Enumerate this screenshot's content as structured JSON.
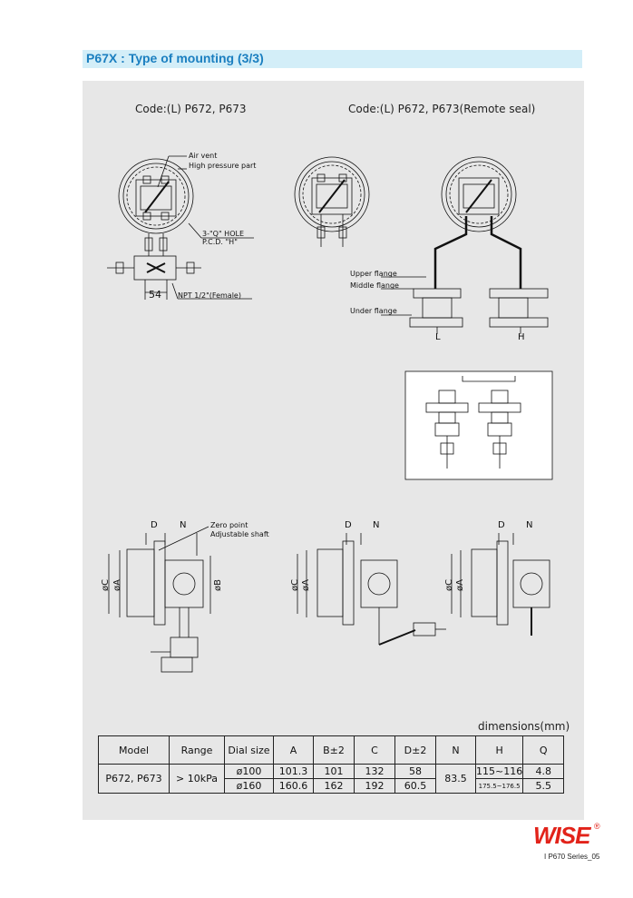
{
  "header": {
    "title": "P67X : Type of mounting (3/3)"
  },
  "codes": {
    "left": "Code:(L)  P672,  P673",
    "right": "Code:(L)  P672,  P673(Remote  seal)"
  },
  "labels": {
    "air_vent": "Air  vent",
    "high_pressure": "High  pressure  part",
    "hole": "3-\"Q\"  HOLE",
    "pcd": "P.C.D.  \"H\"",
    "dim54": "54",
    "npt": "NPT  1/2\"(Female)",
    "upper_flange": "Upper  flange",
    "middle_flange": "Middle  flange",
    "under_flange": "Under  flange",
    "L": "L",
    "H": "H",
    "zero_point": "Zero  point",
    "adj_shaft": "Adjustable  shaft",
    "D": "D",
    "N": "N",
    "phiC": "øC",
    "phiA": "øA",
    "phiB": "øB"
  },
  "table": {
    "unit_note": "dimensions(mm)",
    "headers": [
      "Model",
      "Range",
      "Dial size",
      "A",
      "B±2",
      "C",
      "D±2",
      "N",
      "H",
      "Q"
    ],
    "model": "P672,  P673",
    "range": "> 10kPa",
    "N": "83.5",
    "rows": [
      {
        "dial": "ø100",
        "A": "101.3",
        "B": "101",
        "C": "132",
        "D": "58",
        "H": "115~116",
        "Q": "4.8"
      },
      {
        "dial": "ø160",
        "A": "160.6",
        "B": "162",
        "C": "192",
        "D": "60.5",
        "H": "175.5~176.5",
        "Q": "5.5"
      }
    ]
  },
  "brand": {
    "logo": "WISE",
    "reg": "®",
    "footer": "I  P670 Series_05",
    "color": "#e2231a"
  },
  "colors": {
    "title_bg": "#d3eef8",
    "title_text": "#1b7fc0",
    "panel_bg": "#e7e7e7"
  }
}
